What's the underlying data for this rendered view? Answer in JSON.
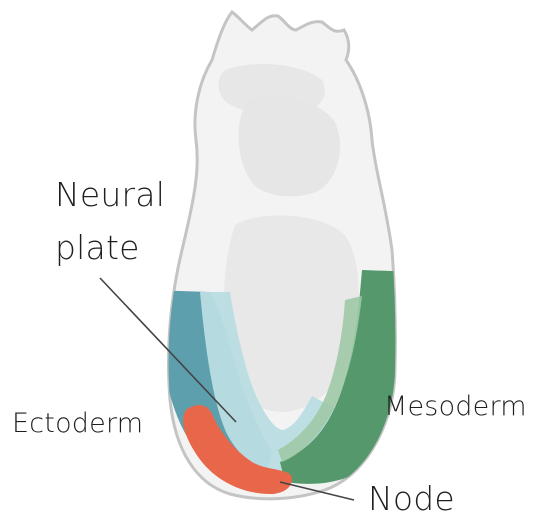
{
  "labels": {
    "neural_plate_line1": "Neural",
    "neural_plate_line2": "plate",
    "ectoderm": "Ectoderm",
    "mesoderm": "Mesoderm",
    "node": "Node"
  },
  "colors": {
    "ectoderm": "#5e9fae",
    "neural_plate": "#b9dde3",
    "mesoderm": "#54986c",
    "mesoderm_light": "#9fc9a6",
    "node": "#e8664a",
    "outline": "#c4c4c4",
    "embryo_fill": "#f3f3f3",
    "inner_fill": "#e6e6e6"
  }
}
